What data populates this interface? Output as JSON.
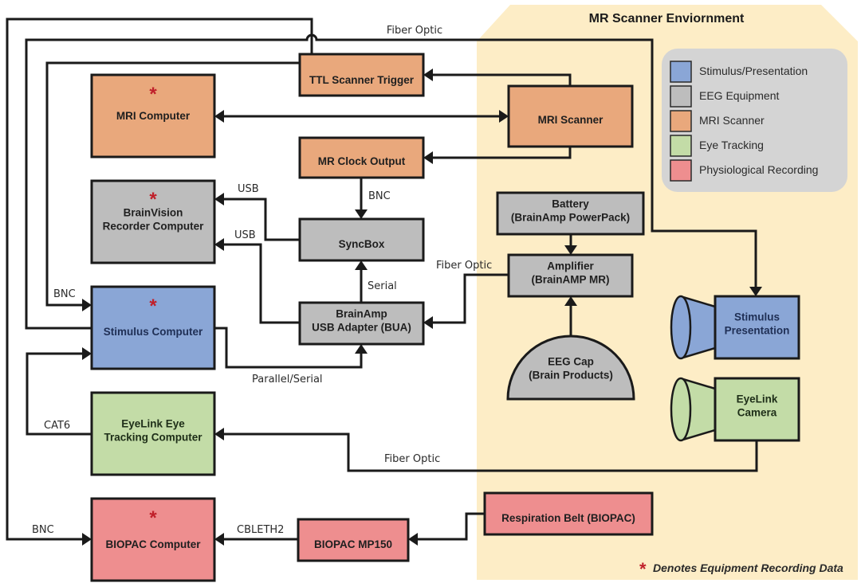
{
  "environment": {
    "title": "MR Scanner Enviornment",
    "background": "#fdedc6"
  },
  "colors": {
    "stimulus": "#8aa6d6",
    "eeg": "#bdbdbd",
    "mri": "#e9a87c",
    "eye": "#c3dca7",
    "physio": "#ee8e8f",
    "recording_star": "#c0202a"
  },
  "legend": {
    "items": [
      {
        "label": "Stimulus/Presentation",
        "category": "stimulus"
      },
      {
        "label": "EEG Equipment",
        "category": "eeg"
      },
      {
        "label": "MRI Scanner",
        "category": "mri"
      },
      {
        "label": "Eye Tracking",
        "category": "eye"
      },
      {
        "label": "Physiological Recording",
        "category": "physio"
      }
    ]
  },
  "nodes": {
    "mri_computer": {
      "lines": [
        "MRI Computer"
      ],
      "recording": true,
      "category": "mri"
    },
    "ttl_trigger": {
      "lines": [
        "TTL Scanner Trigger"
      ],
      "recording": false,
      "category": "mri"
    },
    "mri_scanner": {
      "lines": [
        "MRI Scanner"
      ],
      "recording": false,
      "category": "mri"
    },
    "mr_clock": {
      "lines": [
        "MR Clock Output"
      ],
      "recording": false,
      "category": "mri"
    },
    "brainvision": {
      "lines": [
        "BrainVision",
        "Recorder Computer"
      ],
      "recording": true,
      "category": "eeg"
    },
    "syncbox": {
      "lines": [
        "SyncBox"
      ],
      "recording": false,
      "category": "eeg"
    },
    "battery": {
      "lines": [
        "Battery",
        "(BrainAmp PowerPack)"
      ],
      "recording": false,
      "category": "eeg"
    },
    "amplifier": {
      "lines": [
        "Amplifier",
        "(BrainAMP MR)"
      ],
      "recording": false,
      "category": "eeg"
    },
    "bua": {
      "lines": [
        "BrainAmp",
        "USB  Adapter (BUA)"
      ],
      "recording": false,
      "category": "eeg"
    },
    "eeg_cap": {
      "lines": [
        "EEG Cap",
        "(Brain Products)"
      ],
      "recording": false,
      "category": "eeg"
    },
    "stimulus_computer": {
      "lines": [
        "Stimulus Computer"
      ],
      "recording": true,
      "category": "stimulus"
    },
    "stimulus_presentation": {
      "lines": [
        "Stimulus",
        "Presentation"
      ],
      "recording": false,
      "category": "stimulus"
    },
    "eyelink_computer": {
      "lines": [
        "EyeLink Eye",
        "Tracking Computer"
      ],
      "recording": false,
      "category": "eye"
    },
    "eyelink_camera": {
      "lines": [
        "EyeLink",
        "Camera"
      ],
      "recording": false,
      "category": "eye"
    },
    "biopac_computer": {
      "lines": [
        "BIOPAC Computer"
      ],
      "recording": true,
      "category": "physio"
    },
    "biopac_mp150": {
      "lines": [
        "BIOPAC MP150"
      ],
      "recording": false,
      "category": "physio"
    },
    "respiration_belt": {
      "lines": [
        "Respiration Belt (BIOPAC)"
      ],
      "recording": false,
      "category": "physio"
    }
  },
  "connection_labels": {
    "fiber_optic_top": "Fiber Optic",
    "bnc_clock": "BNC",
    "usb_1": "USB",
    "usb_2": "USB",
    "fiber_optic_amp": "Fiber Optic",
    "serial": "Serial",
    "bnc_stim": "BNC",
    "parallel_serial": "Parallel/Serial",
    "cat6": "CAT6",
    "fiber_optic_eye": "Fiber Optic",
    "bnc_biopac": "BNC",
    "cbleth2": "CBLETH2"
  },
  "footnote": {
    "star": "*",
    "text": "Denotes Equipment Recording Data"
  }
}
